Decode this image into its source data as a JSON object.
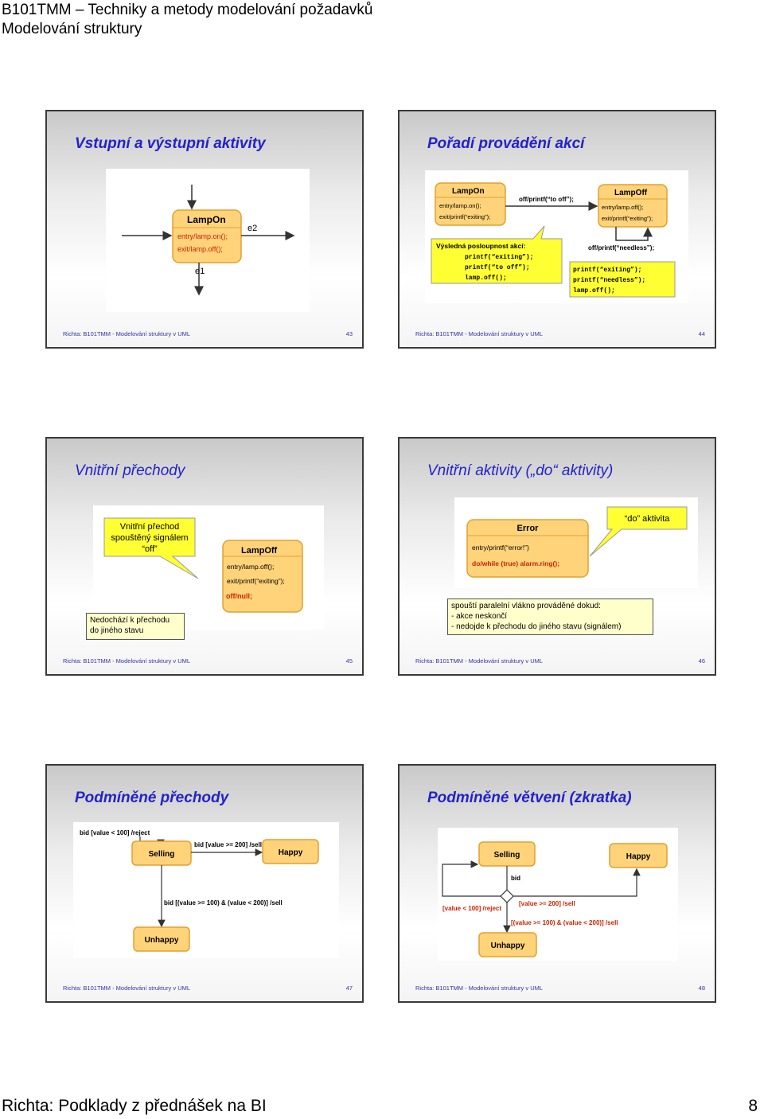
{
  "header": {
    "line1": "B101TMM – Techniky a metody modelování požadavků",
    "line2": "Modelování struktury"
  },
  "footer": {
    "left": "Richta: Podklady z přednášek na BI",
    "page": "8"
  },
  "slide_footer": "Richta: B101TMM - Modelování struktury v UML",
  "slides": [
    {
      "title": "Vstupní a výstupní aktivity",
      "number": "43",
      "diagram": {
        "state": "LampOn",
        "entry": "entry/lamp.on();",
        "exit": "exit/lamp.off();",
        "e2": "e2",
        "e1": "e1"
      }
    },
    {
      "title": "Pořadí provádění akcí",
      "number": "44",
      "diagram": {
        "lampon": "LampOn",
        "lampon_entry": "entry/lamp.on();",
        "lampon_exit": "exit/printf(“exiting”);",
        "trans": "off/printf(“to off”);",
        "lampoff": "LampOff",
        "lampoff_entry": "entry/lamp.off();",
        "lampoff_exit": "exit/printf(“exiting”);",
        "self_trans": "off/printf(“needless”);",
        "callout_title": "Výsledná posloupnost akcí:",
        "callout_lines": [
          "printf(“exiting”);",
          "printf(“to off”);",
          "lamp.off();"
        ],
        "box_lines": [
          "printf(“exiting”);",
          "printf(“needless”);",
          "lamp.off();"
        ]
      }
    },
    {
      "title": "Vnitřní přechody",
      "number": "45",
      "diagram": {
        "callout_lines": [
          "Vnitřní přechod",
          "spouštěný signálem",
          "“off”"
        ],
        "state": "LampOff",
        "entry": "entry/lamp.off();",
        "exit": "exit/printf(“exiting”);",
        "internal": "off/null;"
      },
      "note_lines": [
        "Nedochází k přechodu",
        "do jiného stavu"
      ]
    },
    {
      "title": "Vnitřní aktivity („do“ aktivity)",
      "number": "46",
      "diagram": {
        "callout": "“do” aktivita",
        "state": "Error",
        "entry": "entry/printf(“error!”)",
        "do": "do/while (true) alarm.ring();"
      },
      "note_lines": [
        "spouští paralelní vlákno prováděné dokud:",
        "- akce neskončí",
        "- nedojde k přechodu do jiného stavu (signálem)"
      ]
    },
    {
      "title": "Podmíněné přechody",
      "number": "47",
      "diagram": {
        "reject": "bid [value < 100] /reject",
        "selling": "Selling",
        "happy": "Happy",
        "unhappy": "Unhappy",
        "sell_label": "bid [value >= 200] /sell",
        "mid_label": "bid [(value >= 100) & (value < 200)] /sell"
      }
    },
    {
      "title": "Podmíněné větvení (zkratka)",
      "number": "48",
      "diagram": {
        "selling": "Selling",
        "happy": "Happy",
        "unhappy": "Unhappy",
        "bid": "bid",
        "sell_label": "[value >= 200] /sell",
        "reject": "[value < 100] /reject",
        "mid_label": "[(value >= 100) & (value < 200)] /sell"
      }
    }
  ]
}
